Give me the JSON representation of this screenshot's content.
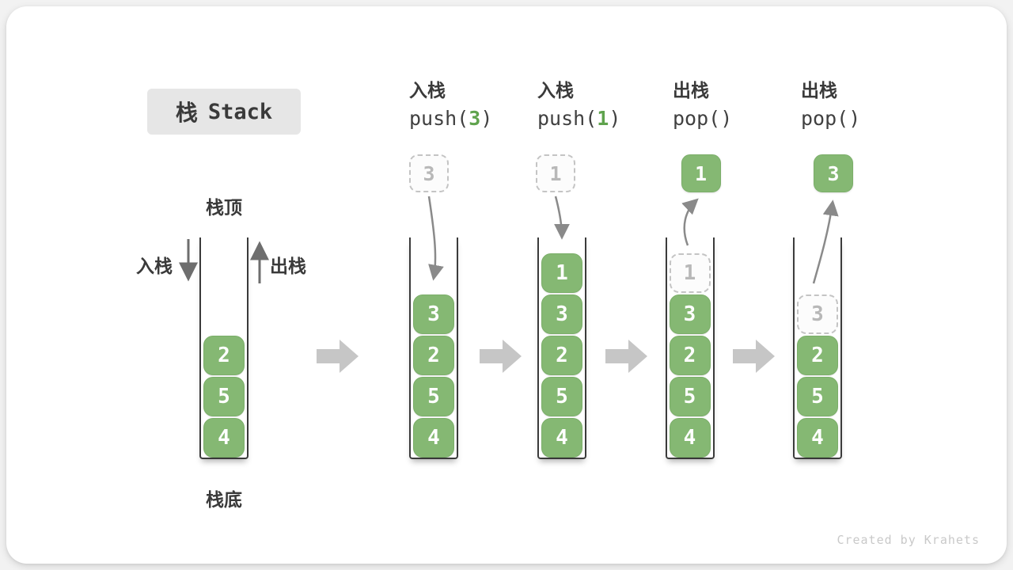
{
  "title": {
    "zh": "栈",
    "en": "Stack"
  },
  "side_labels": {
    "stack_top": "栈顶",
    "stack_bottom": "栈底",
    "push": "入栈",
    "pop": "出栈"
  },
  "watermark": "Created by Krahets",
  "colors": {
    "cell_green": "#85b873",
    "code_green": "#5fa34d",
    "text_dark": "#3a3a3a",
    "ghost_gray": "#c4c4c4",
    "motion_arrow_gray": "#8a8a8a",
    "block_arrow_gray": "#c6c6c6",
    "title_bg": "#e6e6e6",
    "watermark_gray": "#c9c9c9"
  },
  "stages": [
    {
      "name": "initial",
      "op_line1": null,
      "code_parts": [],
      "floating": null,
      "cells": [
        {
          "value": "2",
          "ghost": false
        },
        {
          "value": "5",
          "ghost": false
        },
        {
          "value": "4",
          "ghost": false
        }
      ]
    },
    {
      "name": "push-3",
      "op_line1": "入栈",
      "code_parts": [
        {
          "text": "push(",
          "green": false
        },
        {
          "text": "3",
          "green": true
        },
        {
          "text": ")",
          "green": false
        }
      ],
      "floating": {
        "value": "3",
        "variant": "dashed"
      },
      "cells": [
        {
          "value": "3",
          "ghost": false
        },
        {
          "value": "2",
          "ghost": false
        },
        {
          "value": "5",
          "ghost": false
        },
        {
          "value": "4",
          "ghost": false
        }
      ]
    },
    {
      "name": "push-1",
      "op_line1": "入栈",
      "code_parts": [
        {
          "text": "push(",
          "green": false
        },
        {
          "text": "1",
          "green": true
        },
        {
          "text": ")",
          "green": false
        }
      ],
      "floating": {
        "value": "1",
        "variant": "dashed"
      },
      "cells": [
        {
          "value": "1",
          "ghost": false
        },
        {
          "value": "3",
          "ghost": false
        },
        {
          "value": "2",
          "ghost": false
        },
        {
          "value": "5",
          "ghost": false
        },
        {
          "value": "4",
          "ghost": false
        }
      ]
    },
    {
      "name": "pop-1",
      "op_line1": "出栈",
      "code_parts": [
        {
          "text": "pop()",
          "green": false
        }
      ],
      "floating": {
        "value": "1",
        "variant": "solid"
      },
      "cells": [
        {
          "value": "1",
          "ghost": true
        },
        {
          "value": "3",
          "ghost": false
        },
        {
          "value": "2",
          "ghost": false
        },
        {
          "value": "5",
          "ghost": false
        },
        {
          "value": "4",
          "ghost": false
        }
      ]
    },
    {
      "name": "pop-3",
      "op_line1": "出栈",
      "code_parts": [
        {
          "text": "pop()",
          "green": false
        }
      ],
      "floating": {
        "value": "3",
        "variant": "solid"
      },
      "cells": [
        {
          "value": "3",
          "ghost": true
        },
        {
          "value": "2",
          "ghost": false
        },
        {
          "value": "5",
          "ghost": false
        },
        {
          "value": "4",
          "ghost": false
        }
      ]
    }
  ]
}
